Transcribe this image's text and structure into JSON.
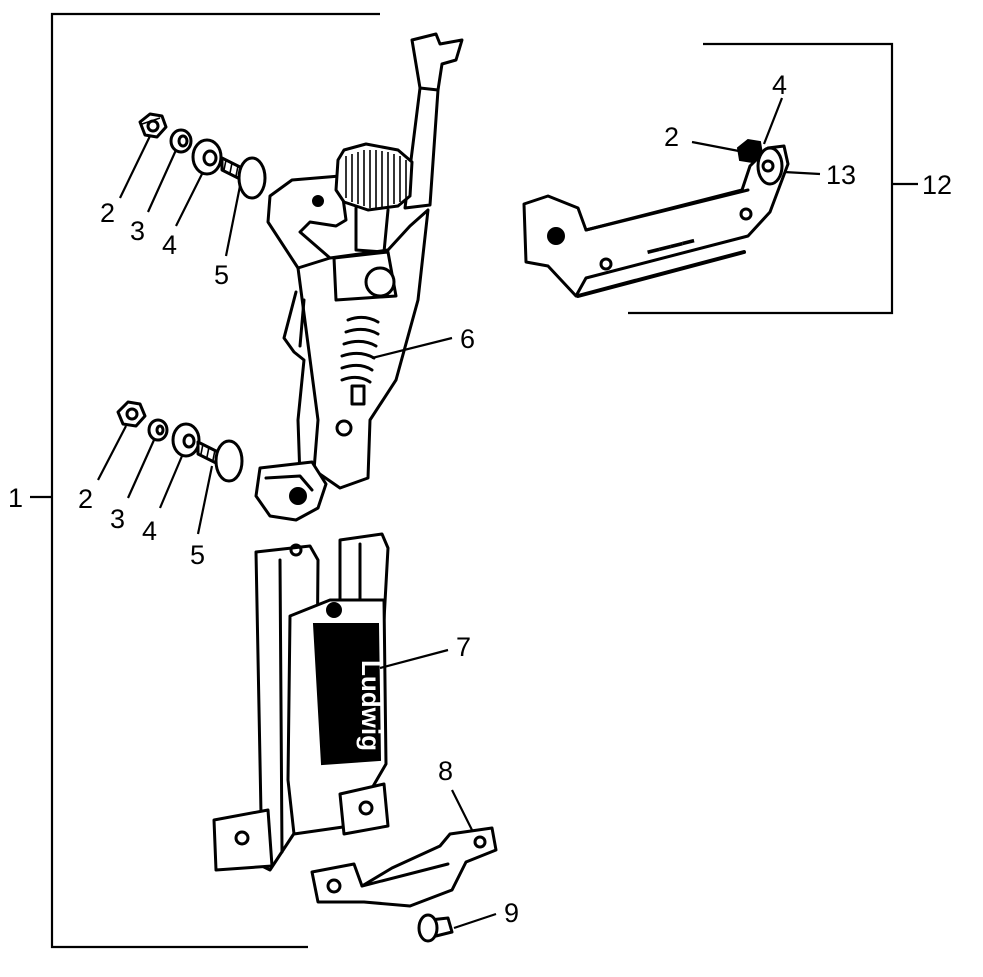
{
  "callouts": {
    "assembly": "1",
    "nut_top": "2",
    "lockwasher_top": "3",
    "washer_top": "4",
    "bolt_top": "5",
    "nut_bottom": "2",
    "lockwasher_bottom": "3",
    "washer_bottom": "4",
    "bolt_bottom": "5",
    "spring_clamp": "6",
    "housing": "7",
    "strap": "8",
    "screw": "9",
    "bracket_assembly": "12",
    "bracket_nut": "2",
    "bracket_washer": "4",
    "bracket": "13"
  },
  "badge": {
    "logo_text": "Ludwig"
  }
}
